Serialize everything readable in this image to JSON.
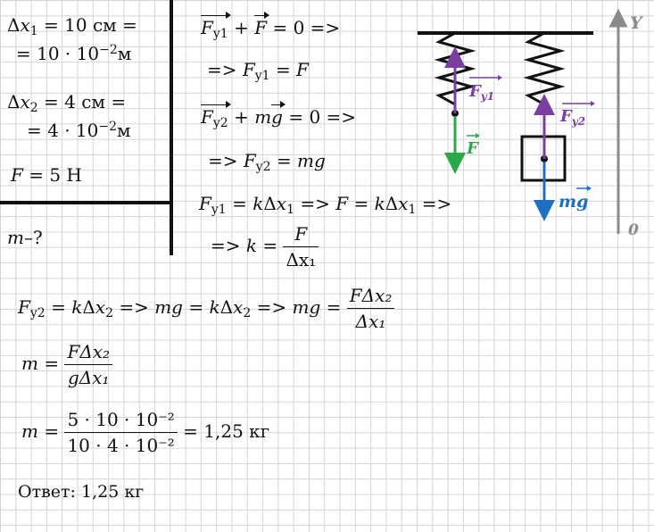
{
  "given": {
    "dx1_line1": "Δx₁ = 10 см =",
    "dx1_line2": "= 10 · 10⁻²м",
    "dx2_line1": "Δx₂ = 4 см =",
    "dx2_line2": "= 4 · 10⁻²м",
    "force": "F = 5 Н",
    "find": "m–?"
  },
  "solution": {
    "eq1_tail": " = 0  =>",
    "eq2": "=> F_y1 = F",
    "eq3_tail": " = 0 =>",
    "eq4": "=> F_y2 = mg",
    "eq5": "F_y1 = kΔx₁ => F = kΔx₁ =>",
    "eq6_prefix": "=> k =",
    "eq6_num": "F",
    "eq6_den": "Δx₁",
    "eq7_left": "F_y2 = kΔx₂ => mg = kΔx₂ => mg =",
    "eq7_num": "FΔx₂",
    "eq7_den": "Δx₁",
    "eq8_left": "m =",
    "eq8_num": "FΔx₂",
    "eq8_den": "gΔx₁",
    "eq9_left": "m =",
    "eq9_num": "5 · 10 · 10⁻²",
    "eq9_den": "10 · 4 · 10⁻²",
    "eq9_right": "= 1,25 кг",
    "answer": "Ответ: 1,25 кг"
  },
  "diagram": {
    "label_fy1": "F_y1",
    "label_f": "F",
    "label_fy2": "F_y2",
    "label_mg": "mg",
    "axis_label": "Y",
    "origin_label": "0",
    "colors": {
      "purple": "#7a3fa0",
      "green": "#2aa84a",
      "blue": "#1f6fc0",
      "axis": "#8a8a8a"
    }
  }
}
